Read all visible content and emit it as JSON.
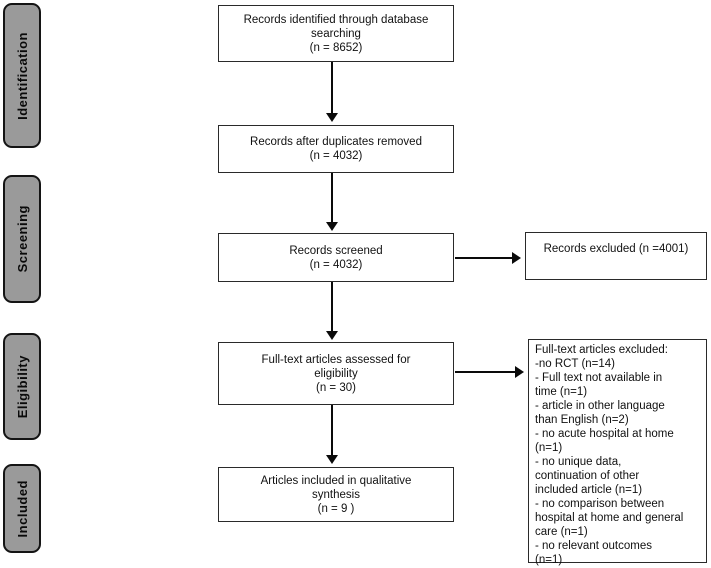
{
  "diagram_title": "PRISMA flow diagram",
  "colors": {
    "stage_fill": "#9a9a9a",
    "stage_border": "#141414",
    "box_border": "#2a2a2a",
    "arrow": "#0a0a0a",
    "background": "#ffffff"
  },
  "stages": [
    {
      "label": "Identification"
    },
    {
      "label": "Screening"
    },
    {
      "label": "Eligibility"
    },
    {
      "label": "Included"
    }
  ],
  "flow": {
    "boxes": [
      {
        "name": "records-identified",
        "text": "Records identified through database\nsearching\n(n = 8652)"
      },
      {
        "name": "records-after-duplicates",
        "text": "Records after duplicates removed\n(n = 4032)"
      },
      {
        "name": "records-screened",
        "text": "Records screened\n(n = 4032)"
      },
      {
        "name": "fulltext-assessed",
        "text": "Full-text articles assessed for\neligibility\n(n = 30)"
      },
      {
        "name": "articles-included",
        "text": "Articles included in qualitative\nsynthesis\n(n = 9 )"
      }
    ]
  },
  "exclusions": {
    "records_excluded": "Records excluded  (n =4001)",
    "fulltext_excluded": "Full-text articles excluded:\n-no RCT (n=14)\n- Full text not available in\ntime (n=1)\n- article in other language\nthan English (n=2)\n- no acute hospital at home\n(n=1)\n- no unique data,\ncontinuation of other\nincluded article (n=1)\n- no comparison between\nhospital at home and general\ncare (n=1)\n- no relevant outcomes\n(n=1)"
  }
}
